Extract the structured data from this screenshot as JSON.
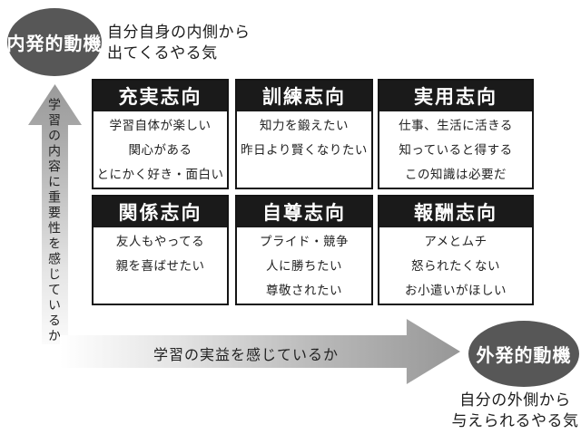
{
  "intrinsic": {
    "label": "内発的動機",
    "description_line1": "自分自身の内側から",
    "description_line2": "出てくるやる気"
  },
  "extrinsic": {
    "label": "外発的動機",
    "description_line1": "自分の外側から",
    "description_line2": "与えられるやる気"
  },
  "vertical_axis": {
    "label": "学習の内容に重要性を感じているか"
  },
  "horizontal_axis": {
    "label": "学習の実益を感じているか"
  },
  "cells": [
    {
      "title": "充実志向",
      "lines": [
        "学習自体が楽しい",
        "関心がある",
        "とにかく好き・面白い"
      ]
    },
    {
      "title": "訓練志向",
      "lines": [
        "知力を鍛えたい",
        "昨日より賢くなりたい"
      ]
    },
    {
      "title": "実用志向",
      "lines": [
        "仕事、生活に活きる",
        "知っていると得する",
        "この知識は必要だ"
      ]
    },
    {
      "title": "関係志向",
      "lines": [
        "友人もやってる",
        "親を喜ばせたい"
      ]
    },
    {
      "title": "自尊志向",
      "lines": [
        "プライド・競争",
        "人に勝ちたい",
        "尊敬されたい"
      ]
    },
    {
      "title": "報酬志向",
      "lines": [
        "アメとムチ",
        "怒られたくない",
        "お小遣いがほしい"
      ]
    }
  ],
  "colors": {
    "ellipse_gray": "#575757",
    "header_black": "#1a1a1a",
    "arrow_gray": "#9a9a9a"
  }
}
